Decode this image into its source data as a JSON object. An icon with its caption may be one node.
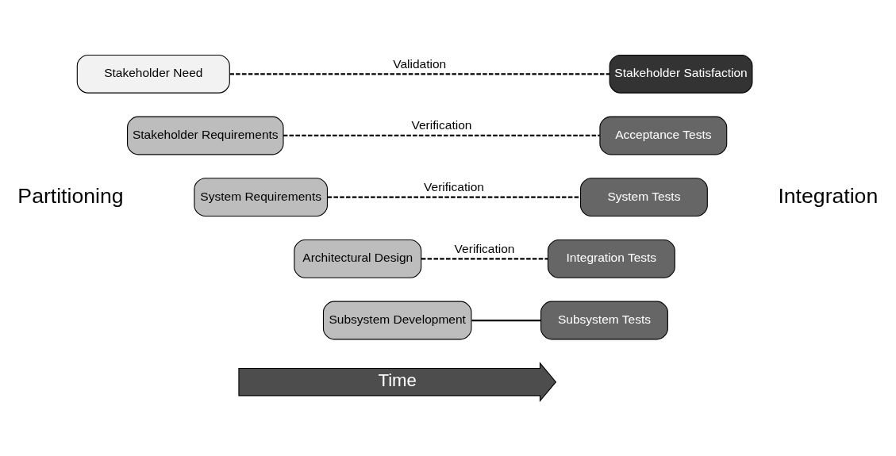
{
  "diagram": {
    "nodes": [
      {
        "text": [
          "Stakeholder Need"
        ]
      },
      {
        "text": [
          "Stakeholder Satisfaction"
        ]
      },
      {
        "text": [
          "Stakeholder Requirements"
        ]
      },
      {
        "text": [
          "Acceptance Tests"
        ]
      },
      {
        "text": [
          "System Requirements"
        ]
      },
      {
        "text": [
          "System Tests"
        ]
      },
      {
        "text": [
          "Architectural Design"
        ]
      },
      {
        "text": [
          "Integration Tests"
        ]
      },
      {
        "text": [
          "Subsystem Development"
        ]
      },
      {
        "text": [
          "Subsystem Tests"
        ]
      }
    ],
    "edges": [
      {
        "from": 0,
        "to": 1,
        "arrow": "none",
        "label": "Validation",
        "style": "dashed"
      },
      {
        "from": 2,
        "to": 3,
        "arrow": "none",
        "label": "Verification",
        "style": "dashed"
      },
      {
        "from": 4,
        "to": 5,
        "arrow": "none",
        "label": "Verification",
        "style": "dashed"
      },
      {
        "from": 6,
        "to": 7,
        "arrow": "none",
        "label": "Verification",
        "style": "dashed"
      },
      {
        "from": 8,
        "to": 9,
        "arrow": "none"
      }
    ],
    "labels": [
      "Partitioning",
      "Integration",
      "Time"
    ]
  }
}
